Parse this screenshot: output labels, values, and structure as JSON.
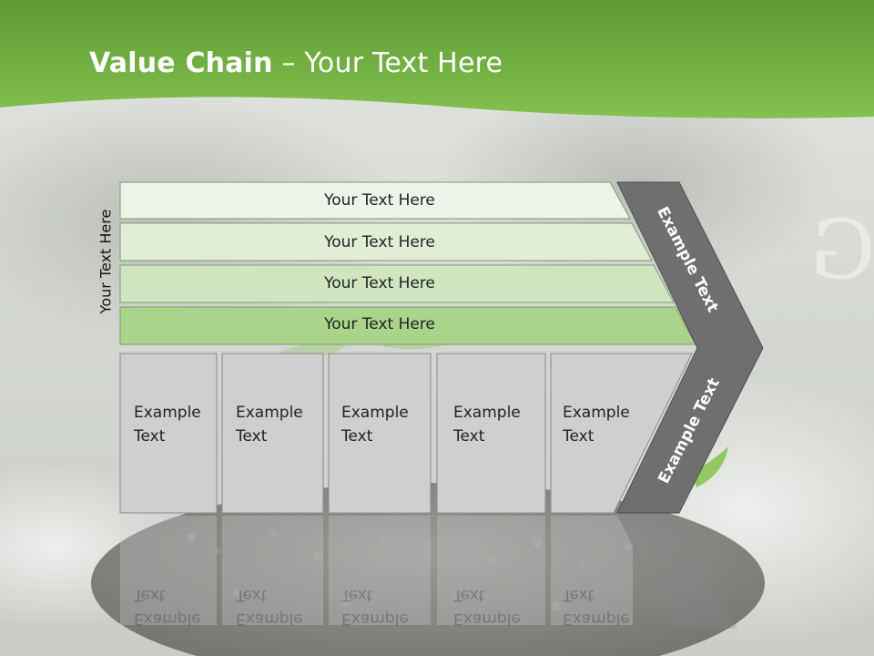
{
  "title": {
    "bold": "Value Chain",
    "rest": " – Your Text Here"
  },
  "side_label": "Your Text Here",
  "bands": [
    "Your Text Here",
    "Your Text Here",
    "Your Text Here",
    "Your Text Here"
  ],
  "boxes": [
    {
      "line1": "Example",
      "line2": "Text"
    },
    {
      "line1": "Example",
      "line2": "Text"
    },
    {
      "line1": "Example",
      "line2": "Text"
    },
    {
      "line1": "Example",
      "line2": "Text"
    },
    {
      "line1": "Example",
      "line2": "Text"
    }
  ],
  "chevron": {
    "upper": "Example Text",
    "lower": "Example Text"
  },
  "colors": {
    "header_green": "#7ab648",
    "header_green_dark": "#5a9530",
    "chevron_gray": "#6f6f6f",
    "box_gray": "#cfcfcf",
    "band_1": "#eef4ea",
    "band_2": "#e0eed6",
    "band_3": "#d0e6c0",
    "band_4": "#a9d48a"
  }
}
